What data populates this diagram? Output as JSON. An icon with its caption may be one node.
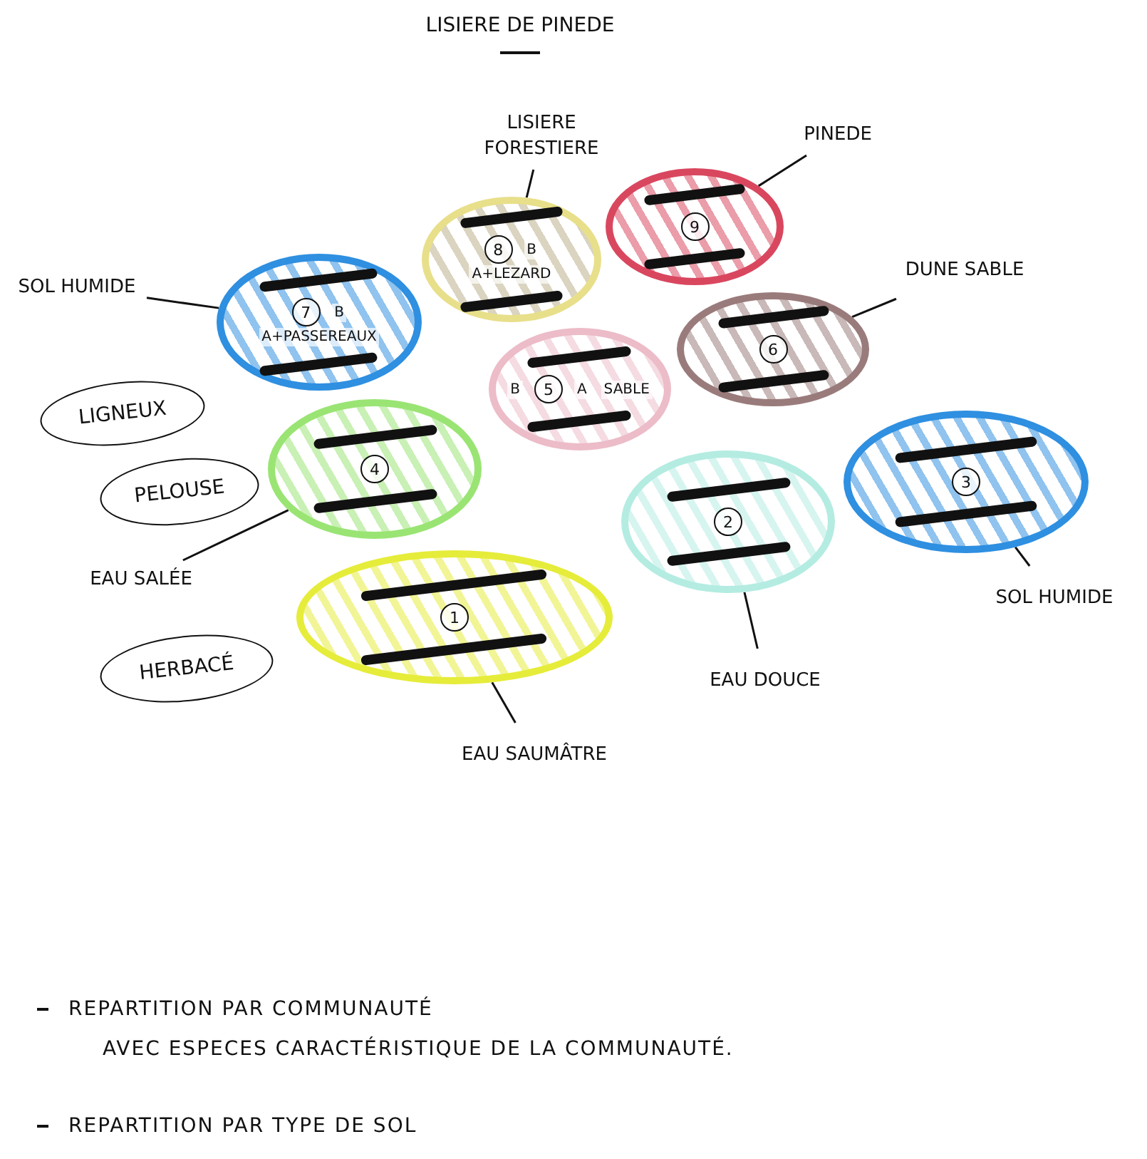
{
  "diagram": {
    "title": "LISIERE DE PINEDE",
    "nodes": [
      {
        "text": [
          "LISIERE FORESTIERE"
        ]
      },
      {
        "text": [
          "PINEDE"
        ]
      },
      {
        "text": [
          "9"
        ]
      },
      {
        "text": [
          "8",
          "B",
          "A+LEZARD"
        ]
      },
      {
        "text": [
          "SOL HUMIDE"
        ]
      },
      {
        "text": [
          "7",
          "B",
          "A+PASSEREAUX"
        ]
      },
      {
        "text": [
          "DUNE SABLE"
        ]
      },
      {
        "text": [
          "6"
        ]
      },
      {
        "text": [
          "B",
          "5",
          "A",
          "SABLE"
        ]
      },
      {
        "text": [
          "LIGNEUX"
        ]
      },
      {
        "text": [
          "4"
        ]
      },
      {
        "text": [
          "3"
        ]
      },
      {
        "text": [
          "PELOUSE"
        ]
      },
      {
        "text": [
          "2"
        ]
      },
      {
        "text": [
          "SOL HUMIDE"
        ]
      },
      {
        "text": [
          "EAU SALÉE"
        ]
      },
      {
        "text": [
          "1"
        ]
      },
      {
        "text": [
          "HERBACÉ"
        ]
      },
      {
        "text": [
          "EAU DOUCE"
        ]
      },
      {
        "text": [
          "EAU SAUMÂTRE"
        ]
      },
      {
        "text": [],
        "shape": "bar",
        "in": 2
      },
      {
        "text": [],
        "shape": "bar",
        "in": 2
      },
      {
        "text": [],
        "shape": "bar",
        "in": 3
      },
      {
        "text": [],
        "shape": "bar",
        "in": 3
      },
      {
        "text": [],
        "shape": "bar",
        "in": 5
      },
      {
        "text": [],
        "shape": "bar",
        "in": 5
      },
      {
        "text": [],
        "shape": "bar",
        "in": 7
      },
      {
        "text": [],
        "shape": "bar",
        "in": 7
      },
      {
        "text": [],
        "shape": "bar",
        "in": 8
      },
      {
        "text": [],
        "shape": "bar",
        "in": 8
      },
      {
        "text": [],
        "shape": "bar",
        "in": 10
      },
      {
        "text": [],
        "shape": "bar",
        "in": 10
      },
      {
        "text": [],
        "shape": "bar",
        "in": 11
      },
      {
        "text": [],
        "shape": "bar",
        "in": 11
      },
      {
        "text": [],
        "shape": "bar",
        "in": 13
      },
      {
        "text": [],
        "shape": "bar",
        "in": 13
      },
      {
        "text": [],
        "shape": "bar",
        "in": 16
      },
      {
        "text": [],
        "shape": "bar",
        "in": 16
      }
    ],
    "edges": [
      {
        "from": 0,
        "to": 3,
        "arrow": "none"
      },
      {
        "from": 1,
        "to": 2,
        "arrow": "none"
      },
      {
        "from": 4,
        "to": 5,
        "arrow": "none"
      },
      {
        "from": 6,
        "to": 7,
        "arrow": "none"
      },
      {
        "from": 15,
        "to": 10,
        "arrow": "none"
      },
      {
        "from": 19,
        "to": 16,
        "arrow": "none"
      },
      {
        "from": 18,
        "to": 13,
        "arrow": "none"
      },
      {
        "from": 14,
        "to": 11,
        "arrow": "none"
      }
    ],
    "labels": [
      "REPARTITION PAR COMMUNAUTÉ",
      "AVEC ESPECES CARACTÉRISTIQUE DE LA COMMUNAUTÉ.",
      "REPARTITION PAR TYPE DE SOL"
    ]
  }
}
